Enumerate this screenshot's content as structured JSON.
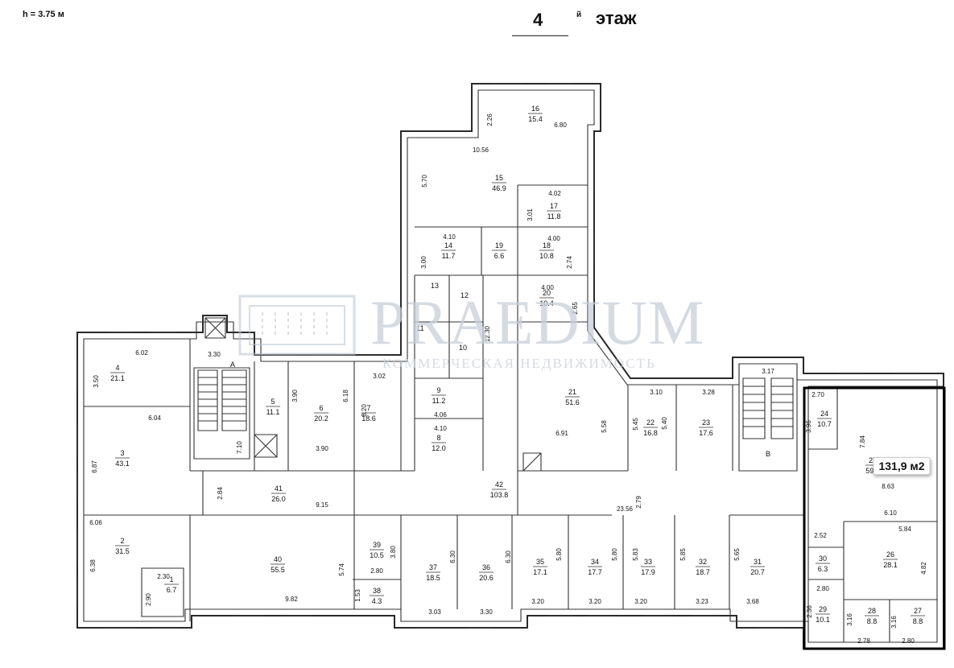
{
  "header": {
    "height": "h = 3.75 м",
    "floor_number": "4",
    "floor_suffix": "й",
    "floor_label": "этаж"
  },
  "watermark": {
    "brand": "PRAEDIUM",
    "subtitle": "КОММЕРЧЕСКАЯ НЕДВИЖИМОСТЬ"
  },
  "highlight": {
    "label": "131,9 м2",
    "color": "#000000"
  },
  "stairs": [
    "A",
    "B"
  ],
  "rooms": [
    {
      "no": "1",
      "area": "6.7"
    },
    {
      "no": "2",
      "area": "31.5"
    },
    {
      "no": "3",
      "area": "43.1"
    },
    {
      "no": "4",
      "area": "21.1"
    },
    {
      "no": "5",
      "area": "11.1"
    },
    {
      "no": "6",
      "area": "20.2"
    },
    {
      "no": "7",
      "area": "18.6"
    },
    {
      "no": "8",
      "area": "12.0"
    },
    {
      "no": "9",
      "area": "11.2"
    },
    {
      "no": "10",
      "area": ""
    },
    {
      "no": "11",
      "area": ""
    },
    {
      "no": "12",
      "area": ""
    },
    {
      "no": "13",
      "area": ""
    },
    {
      "no": "14",
      "area": "11.7"
    },
    {
      "no": "15",
      "area": "46.9"
    },
    {
      "no": "16",
      "area": "15.4"
    },
    {
      "no": "17",
      "area": "11.8"
    },
    {
      "no": "18",
      "area": "10.8"
    },
    {
      "no": "19",
      "area": "6.6"
    },
    {
      "no": "20",
      "area": "10.4"
    },
    {
      "no": "21",
      "area": "51.6"
    },
    {
      "no": "22",
      "area": "16.8"
    },
    {
      "no": "23",
      "area": "17.6"
    },
    {
      "no": "24",
      "area": "10.7"
    },
    {
      "no": "25",
      "area": "59.1"
    },
    {
      "no": "26",
      "area": "28.1"
    },
    {
      "no": "27",
      "area": "8.8"
    },
    {
      "no": "28",
      "area": "8.8"
    },
    {
      "no": "29",
      "area": "10.1"
    },
    {
      "no": "30",
      "area": "6.3"
    },
    {
      "no": "31",
      "area": "20.7"
    },
    {
      "no": "32",
      "area": "18.7"
    },
    {
      "no": "33",
      "area": "17.9"
    },
    {
      "no": "34",
      "area": "17.7"
    },
    {
      "no": "35",
      "area": "17.1"
    },
    {
      "no": "36",
      "area": "20.6"
    },
    {
      "no": "37",
      "area": "18.5"
    },
    {
      "no": "38",
      "area": "4.3"
    },
    {
      "no": "39",
      "area": "10.5"
    },
    {
      "no": "40",
      "area": "55.5"
    },
    {
      "no": "41",
      "area": "26.0"
    },
    {
      "no": "42",
      "area": "103.8"
    }
  ],
  "dimensions": [
    "2.30",
    "2.90",
    "6.38",
    "6.06",
    "6.87",
    "6.04",
    "3.50",
    "6.02",
    "3.30",
    "7.10",
    "2.84",
    "3.90",
    "6.18",
    "3.90",
    "3.02",
    "8.20",
    "9.15",
    "9.82",
    "5.74",
    "1.53",
    "2.80",
    "3.80",
    "3.03",
    "6.30",
    "3.30",
    "6.30",
    "3.20",
    "5.80",
    "3.20",
    "5.80",
    "3.20",
    "5.83",
    "3.23",
    "5.85",
    "3.68",
    "5.65",
    "23.56",
    "2.79",
    "4.10",
    "4.06",
    "12.30",
    "3.00",
    "4.10",
    "4.00",
    "2.74",
    "4.00",
    "2.65",
    "4.02",
    "3.01",
    "5.70",
    "10.56",
    "2.26",
    "6.80",
    "5.58",
    "6.91",
    "3.10",
    "5.45",
    "3.28",
    "5.40",
    "3.17",
    "2.70",
    "3.96",
    "7.84",
    "8.63",
    "6.10",
    "2.52",
    "2.80",
    "2.36",
    "3.16",
    "2.78",
    "3.16",
    "2.80",
    "5.84",
    "4.82"
  ]
}
